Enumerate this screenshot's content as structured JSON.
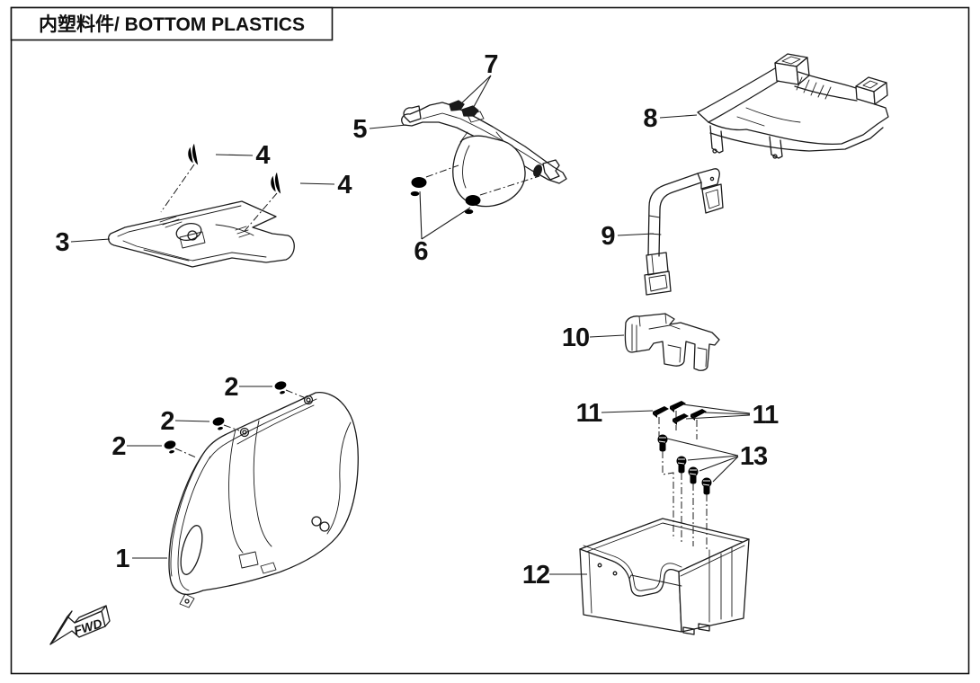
{
  "title": "内塑料件/ BOTTOM PLASTICS",
  "fwd_label": "FWD",
  "part_numbers": {
    "n1": "1",
    "n2": "2",
    "n3": "3",
    "n4": "4",
    "n5": "5",
    "n6": "6",
    "n7": "7",
    "n8": "8",
    "n9": "9",
    "n10": "10",
    "n11": "11",
    "n12": "12",
    "n13": "13"
  }
}
